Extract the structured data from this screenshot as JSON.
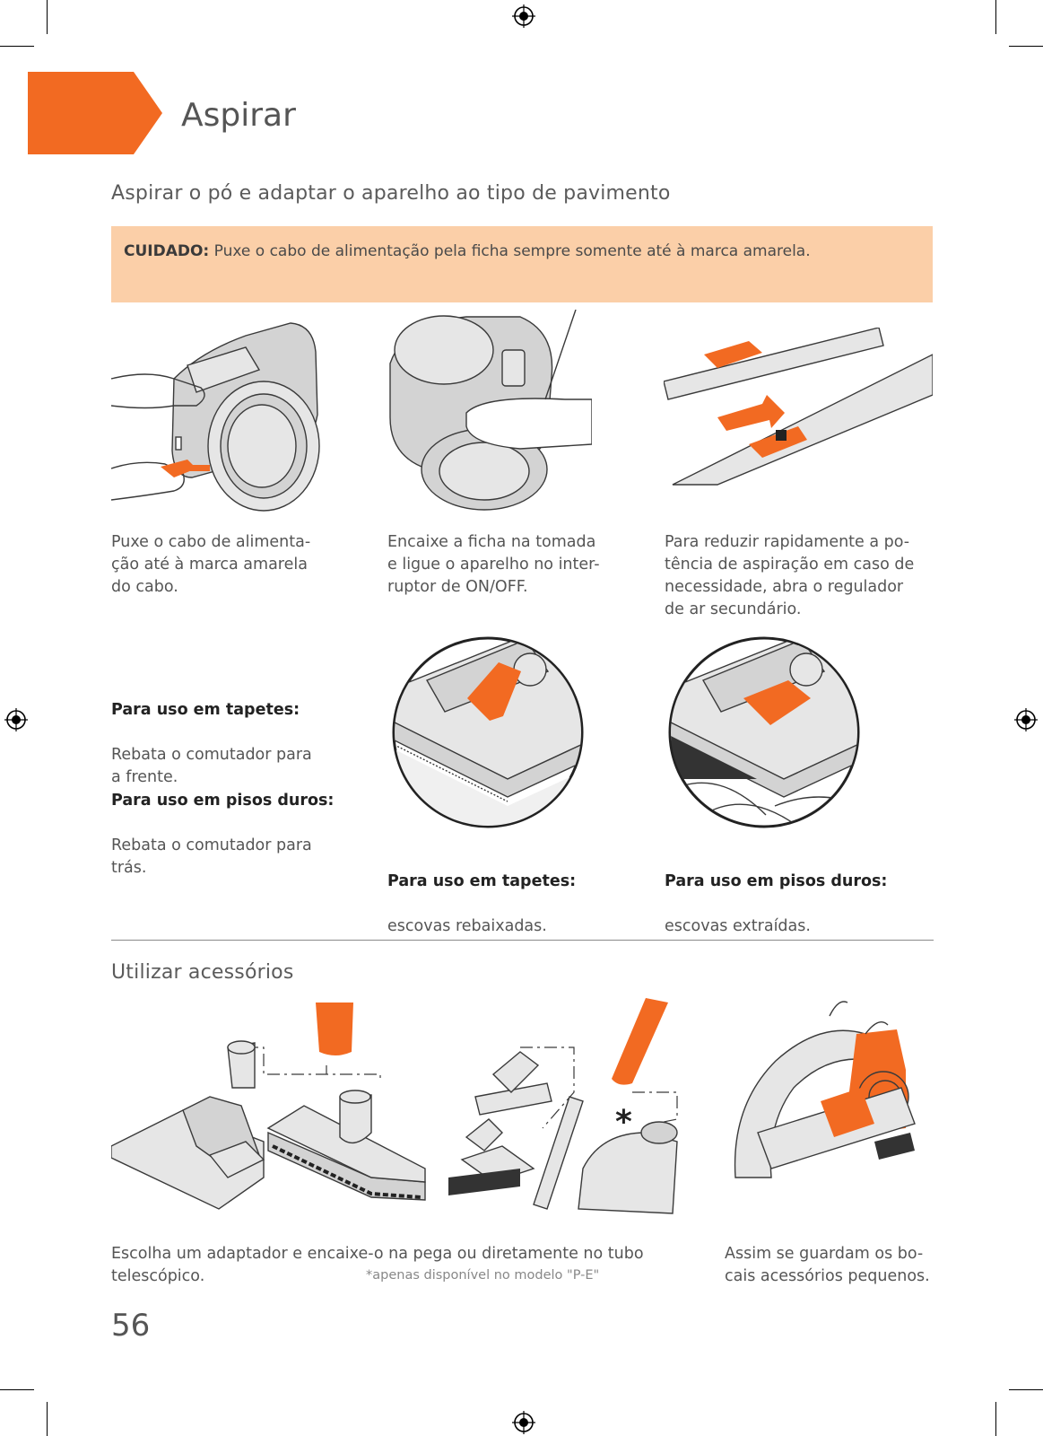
{
  "header": {
    "title": "Aspirar"
  },
  "section1": {
    "heading": "Aspirar o pó e adaptar o aparelho ao tipo de pavimento",
    "caution_label": "CUIDADO:",
    "caution_text": " Puxe o cabo de alimentação pela ficha sempre somente até à marca amarela.",
    "step1": "Puxe o cabo de alimenta-\nção até à marca amarela\ndo cabo.",
    "step2": "Encaixe a ficha na tomada\ne ligue o aparelho no inter-\nruptor de ON/OFF.",
    "step3": "Para reduzir rapidamente a po-\ntência de aspiração em caso de\nnecessidade, abra o regulador\nde ar secundário.",
    "carpet_title": "Para uso em tapetes:",
    "carpet_text": "Rebata o comutador para\na frente.",
    "hard_title": "Para uso em pisos duros:",
    "hard_text": "Rebata o comutador para\ntrás.",
    "carpet_cap_title": "Para uso em tapetes:",
    "carpet_cap_text": "escovas rebaixadas.",
    "hard_cap_title": "Para uso em pisos duros:",
    "hard_cap_text": "escovas extraídas."
  },
  "section2": {
    "heading": "Utilizar acessórios",
    "asterisk": "*",
    "caption_main": "Escolha um adaptador e encaixe-o na pega ou diretamente no tubo\ntelescópico.",
    "note": "*apenas disponível no modelo \"P-E\"",
    "caption_right": "Assim se guardam os bo-\ncais acessórios pequenos."
  },
  "page_number": "56",
  "colors": {
    "accent": "#f26a22",
    "caution_bg": "#fbcfa8"
  }
}
